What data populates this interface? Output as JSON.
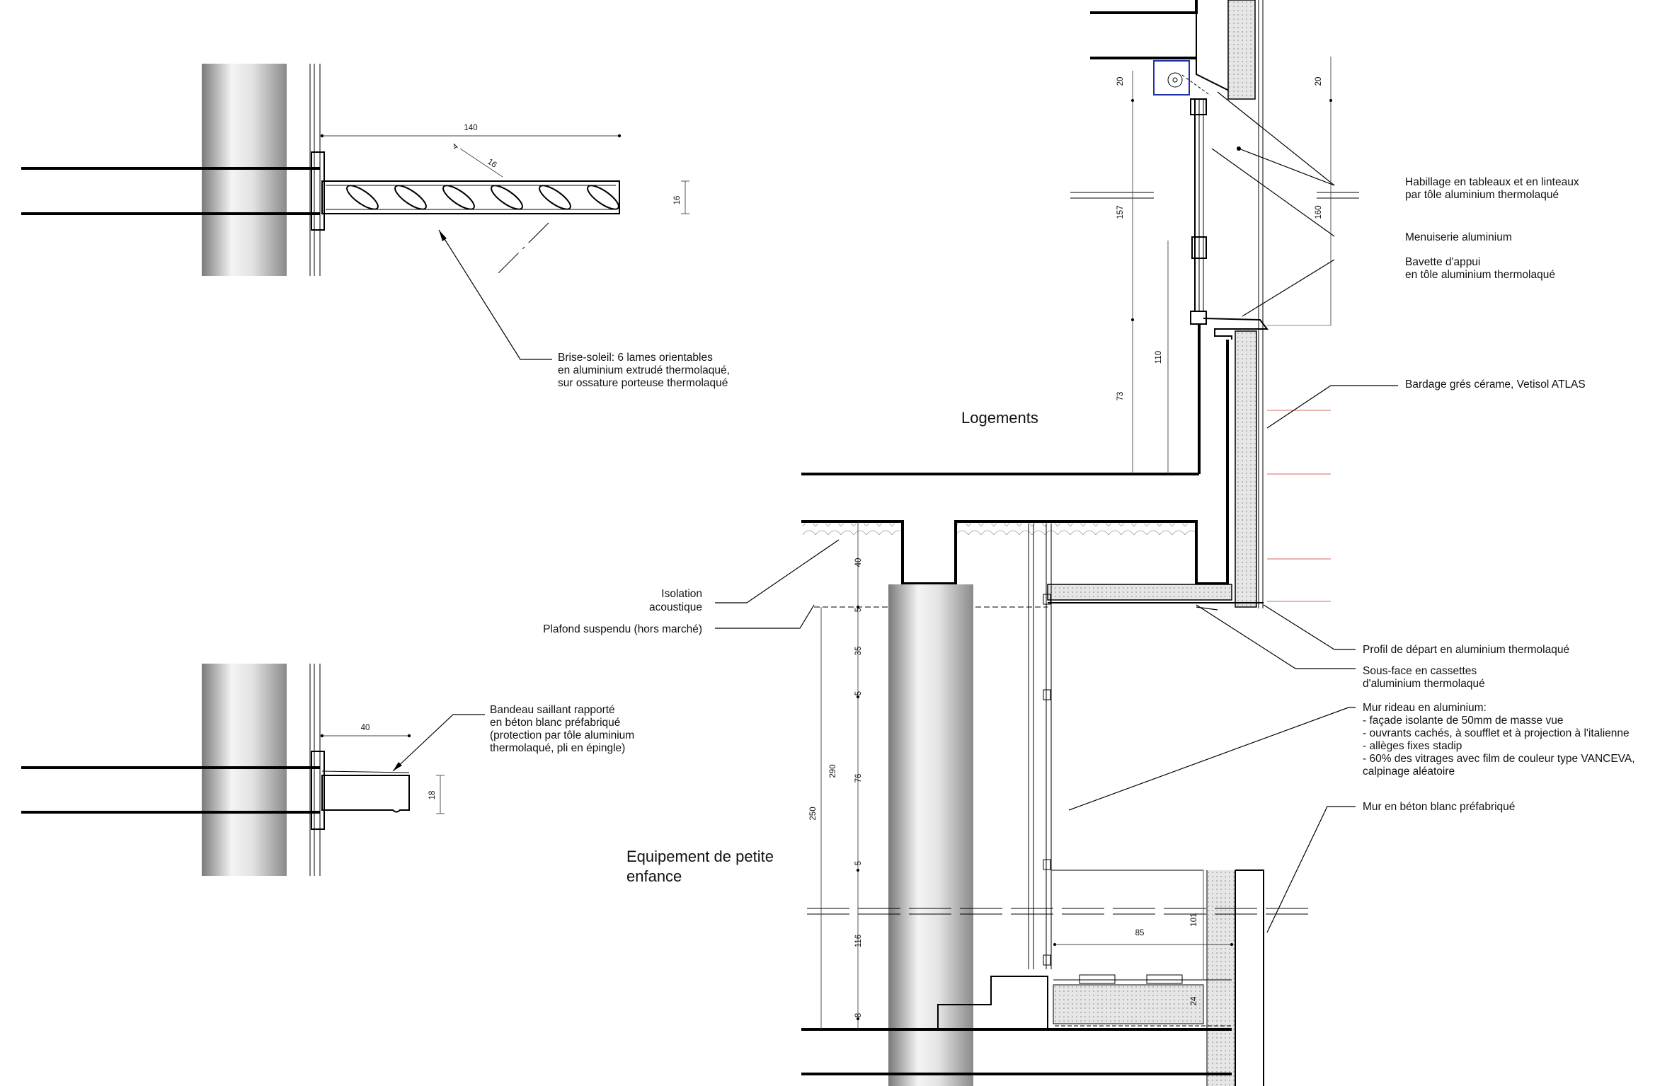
{
  "labels": {
    "brise_soleil": [
      "Brise-soleil: 6 lames orientables",
      "en aluminium extrudé thermolaqué,",
      "sur ossature porteuse thermolaqué"
    ],
    "bandeau": [
      "Bandeau saillant rapporté",
      "en béton blanc préfabriqué",
      "(protection par tôle aluminium",
      "thermolaqué, pli en épingle)"
    ],
    "isolation": [
      "Isolation",
      "acoustique"
    ],
    "plafond": "Plafond suspendu (hors marché)",
    "logements": "Logements",
    "equipement": [
      "Equipement de petite",
      "enfance"
    ],
    "habillage": [
      "Habillage en tableaux et en linteaux",
      "par tôle aluminium thermolaqué"
    ],
    "menuiserie": "Menuiserie aluminium",
    "bavette": [
      "Bavette d'appui",
      "en tôle aluminium thermolaqué"
    ],
    "bardage": "Bardage grés cérame, Vetisol ATLAS",
    "profil": "Profil de départ en aluminium thermolaqué",
    "sous_face": [
      "Sous-face en cassettes",
      "d'aluminium thermolaqué"
    ],
    "mur_rideau": [
      "Mur rideau en aluminium:",
      "- façade isolante de 50mm de masse vue",
      "- ouvrants cachés, à soufflet et à projection à l'italienne",
      "- allèges fixes stadip",
      "- 60% des vitrages avec film de couleur type VANCEVA,",
      "calpinage aléatoire"
    ],
    "mur_beton": "Mur en béton blanc préfabriqué"
  },
  "dims": {
    "d140": "140",
    "d4": "4",
    "d16a": "16",
    "d16b": "16",
    "d40top": "40",
    "d18": "18",
    "d20a": "20",
    "d20b": "20",
    "d157": "157",
    "d160": "160",
    "d110": "110",
    "d73": "73",
    "v40": "40",
    "v5a": "5",
    "v35": "35",
    "v5b": "5",
    "v76": "76",
    "v5c": "5",
    "v116": "116",
    "v8": "8",
    "v290": "290",
    "v250": "250",
    "v101": "101",
    "v85": "85",
    "v24": "24"
  }
}
